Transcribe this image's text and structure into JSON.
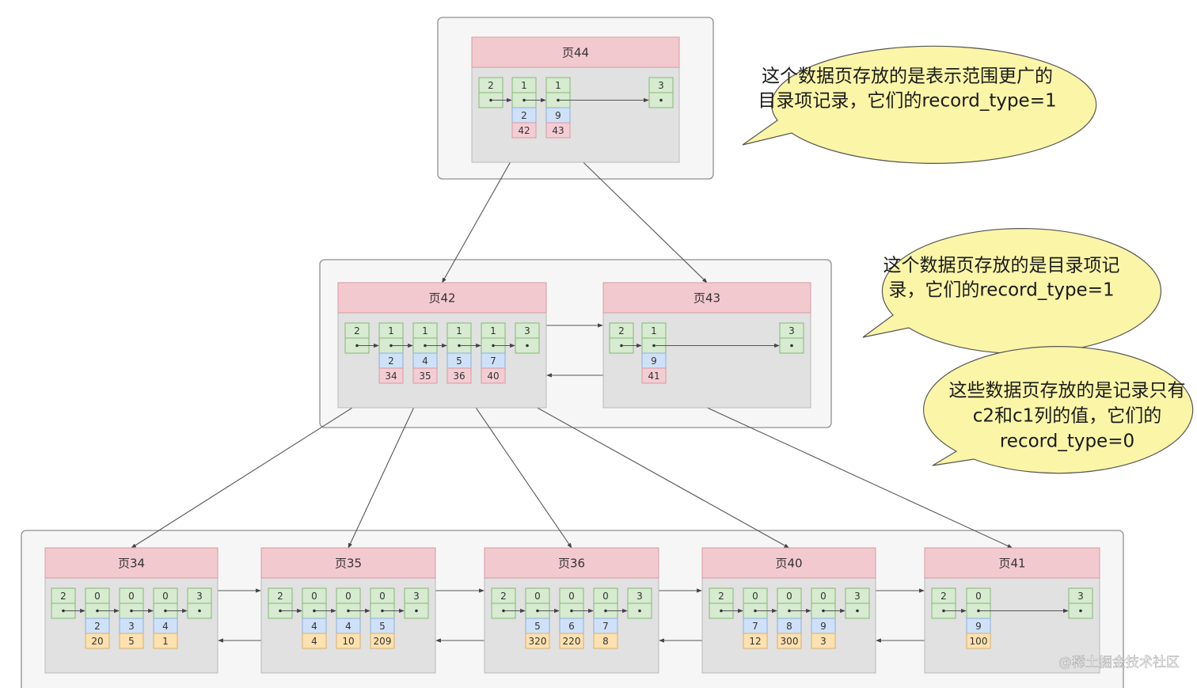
{
  "pages": {
    "p44": {
      "title": "页44",
      "type": "dir",
      "records": [
        {
          "top": "2",
          "kind": "infimum"
        },
        {
          "top": "1",
          "key": "2",
          "ptr": "42"
        },
        {
          "top": "1",
          "key": "9",
          "ptr": "43"
        },
        {
          "top": "3",
          "kind": "supremum"
        }
      ]
    },
    "p42": {
      "title": "页42",
      "type": "dir",
      "records": [
        {
          "top": "2",
          "kind": "infimum"
        },
        {
          "top": "1",
          "key": "2",
          "ptr": "34"
        },
        {
          "top": "1",
          "key": "4",
          "ptr": "35"
        },
        {
          "top": "1",
          "key": "5",
          "ptr": "36"
        },
        {
          "top": "1",
          "key": "7",
          "ptr": "40"
        },
        {
          "top": "3",
          "kind": "supremum"
        }
      ]
    },
    "p43": {
      "title": "页43",
      "type": "dir",
      "records": [
        {
          "top": "2",
          "kind": "infimum"
        },
        {
          "top": "1",
          "key": "9",
          "ptr": "41"
        },
        {
          "top": "3",
          "kind": "supremum"
        }
      ]
    },
    "p34": {
      "title": "页34",
      "type": "leaf",
      "records": [
        {
          "top": "2",
          "kind": "infimum"
        },
        {
          "top": "0",
          "key": "2",
          "val": "20"
        },
        {
          "top": "0",
          "key": "3",
          "val": "5"
        },
        {
          "top": "0",
          "key": "4",
          "val": "1"
        },
        {
          "top": "3",
          "kind": "supremum"
        }
      ]
    },
    "p35": {
      "title": "页35",
      "type": "leaf",
      "records": [
        {
          "top": "2",
          "kind": "infimum"
        },
        {
          "top": "0",
          "key": "4",
          "val": "4"
        },
        {
          "top": "0",
          "key": "4",
          "val": "10"
        },
        {
          "top": "0",
          "key": "5",
          "val": "209"
        },
        {
          "top": "3",
          "kind": "supremum"
        }
      ]
    },
    "p36": {
      "title": "页36",
      "type": "leaf",
      "records": [
        {
          "top": "2",
          "kind": "infimum"
        },
        {
          "top": "0",
          "key": "5",
          "val": "320"
        },
        {
          "top": "0",
          "key": "6",
          "val": "220"
        },
        {
          "top": "0",
          "key": "7",
          "val": "8"
        },
        {
          "top": "3",
          "kind": "supremum"
        }
      ]
    },
    "p40": {
      "title": "页40",
      "type": "leaf",
      "records": [
        {
          "top": "2",
          "kind": "infimum"
        },
        {
          "top": "0",
          "key": "7",
          "val": "12"
        },
        {
          "top": "0",
          "key": "8",
          "val": "300"
        },
        {
          "top": "0",
          "key": "9",
          "val": "3"
        },
        {
          "top": "3",
          "kind": "supremum"
        }
      ]
    },
    "p41": {
      "title": "页41",
      "type": "leaf",
      "records": [
        {
          "top": "2",
          "kind": "infimum"
        },
        {
          "top": "0",
          "key": "9",
          "val": "100"
        },
        {
          "top": "3",
          "kind": "supremum"
        }
      ]
    }
  },
  "edges": [
    {
      "from": "p44",
      "rec": 1,
      "to": "p42"
    },
    {
      "from": "p44",
      "rec": 2,
      "to": "p43"
    },
    {
      "from": "p42",
      "rec": 1,
      "to": "p34"
    },
    {
      "from": "p42",
      "rec": 2,
      "to": "p35"
    },
    {
      "from": "p42",
      "rec": 3,
      "to": "p36"
    },
    {
      "from": "p42",
      "rec": 4,
      "to": "p40"
    },
    {
      "from": "p43",
      "rec": 1,
      "to": "p41"
    }
  ],
  "sibling_links": [
    [
      "p42",
      "p43"
    ],
    [
      "p34",
      "p35"
    ],
    [
      "p35",
      "p36"
    ],
    [
      "p36",
      "p40"
    ],
    [
      "p40",
      "p41"
    ]
  ],
  "callouts": {
    "root": [
      "这个数据页存放的是表示范围更广的",
      "目录项记录，它们的record_type=1"
    ],
    "middle": [
      "这个数据页存放的是目录项记",
      "录，它们的record_type=1"
    ],
    "leaf": [
      "这些数据页存放的是记录只有",
      "c2和c1列的值，它们的",
      "record_type=0"
    ]
  },
  "watermark": "@稀土掘金技术社区",
  "colors": {
    "page_header": "#f3c9d0",
    "record": "#d6ebcf",
    "key_cell": "#cfe1f8",
    "pointer_cell": "#f4cdd4",
    "value_cell": "#fde1b0",
    "callout": "#fbf5a8"
  }
}
